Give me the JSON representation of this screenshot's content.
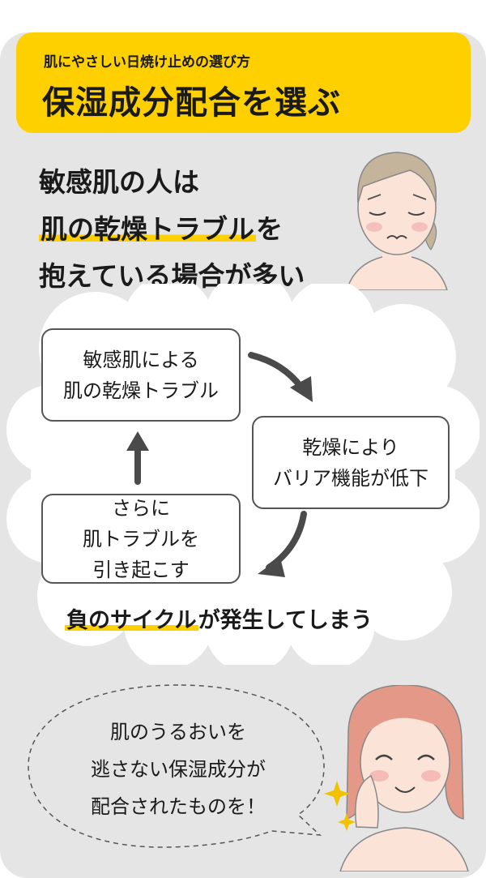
{
  "banner": {
    "subtitle": "肌にやさしい日焼け止めの選び方",
    "title": "保湿成分配合を選ぶ"
  },
  "headline": {
    "line1": "敏感肌の人は",
    "line2_highlight": "肌の乾燥トラブル",
    "line2_rest": "を",
    "line3": "抱えている場合が多い"
  },
  "cycle_steps": [
    {
      "line1": "敏感肌による",
      "line2": "肌の乾燥トラブル"
    },
    {
      "line1": "乾燥により",
      "line2": "バリア機能が低下"
    },
    {
      "line1": "さらに",
      "line2": "肌トラブルを",
      "line3": "引き起こす"
    }
  ],
  "cycle_caption": {
    "highlight": "負のサイクル",
    "rest": "が発生してしまう"
  },
  "advice": {
    "line1": "肌のうるおいを",
    "line2": "逃さない保湿成分が",
    "line3": "配合されたものを！"
  },
  "colors": {
    "accent": "#ffd000",
    "panel": "#e5e5e5",
    "arrow": "#4a4a4a"
  }
}
